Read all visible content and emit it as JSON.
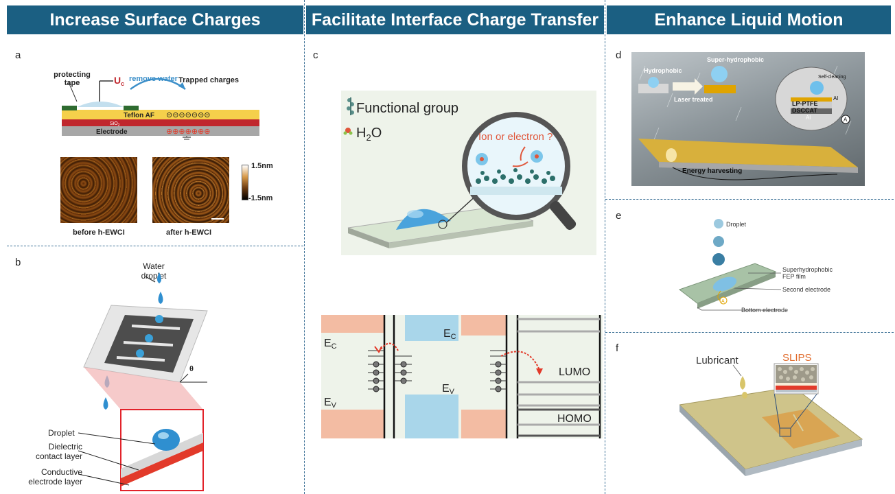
{
  "headers": {
    "col1": "Increase Surface Charges",
    "col2": "Facilitate Interface Charge Transfer",
    "col3": "Enhance Liquid Motion"
  },
  "panel_a": {
    "label": "a",
    "protecting_tape": "protecting tape",
    "uc": "U",
    "uc_sub": "c",
    "remove_water": "remove water",
    "trapped_charges": "Trapped charges",
    "teflon": "Teflon AF",
    "sio2": "SiO",
    "sio2_sub": "2",
    "electrode": "Electrode",
    "neg_charges": "⊝⊝⊝⊝⊝⊝⊝",
    "pos_charges": "⊕⊕⊕⊕⊕⊕⊕",
    "scale_top": "1.5nm",
    "scale_bottom": "-1.5nm",
    "before": "before h-EWCI",
    "after": "after h-EWCI"
  },
  "panel_b": {
    "label": "b",
    "water_droplet": "Water droplet",
    "theta": "θ",
    "droplet": "Droplet",
    "dielectric": "Dielectric contact layer",
    "conductive": "Conductive electrode layer"
  },
  "panel_c": {
    "label": "c",
    "functional_group": "Functional group",
    "h2o": "H",
    "h2o_sub": "2",
    "h2o_end": "O",
    "ion_or_electron": "Ion or electron ?",
    "ec_left": "E",
    "ec_left_sub": "C",
    "ev_left": "E",
    "ev_left_sub": "V",
    "ec_mid": "E",
    "ec_mid_sub": "C",
    "ev_mid": "E",
    "ev_mid_sub": "V",
    "lumo": "LUMO",
    "homo": "HOMO"
  },
  "panel_d": {
    "label": "d",
    "hydrophobic": "Hydrophobic",
    "super_hydrophobic": "Super-hydrophobic",
    "laser_treated": "Laser treated",
    "self_cleaning": "Self-cleaning",
    "lp_ptfe": "LP-PTFE",
    "dsccat": "DSCCAT",
    "al_top": "Al",
    "al_bottom": "Al",
    "ammeter": "A",
    "energy_harvesting": "Energy harvesting"
  },
  "panel_e": {
    "label": "e",
    "droplet": "Droplet",
    "superhydrophobic": "Superhydrophobic",
    "fep_film": "FEP film",
    "second_electrode": "Second electrode",
    "bottom_electrode": "Bottom electrode",
    "ammeter": "A"
  },
  "panel_f": {
    "label": "f",
    "lubricant": "Lubricant",
    "slips": "SLIPS"
  },
  "colors": {
    "header_bg": "#1b5f82",
    "dash": "#3a6f95",
    "band_orange": "#f3bca3",
    "band_blue": "#a9d6ea",
    "accent_red": "#e23a2a"
  }
}
